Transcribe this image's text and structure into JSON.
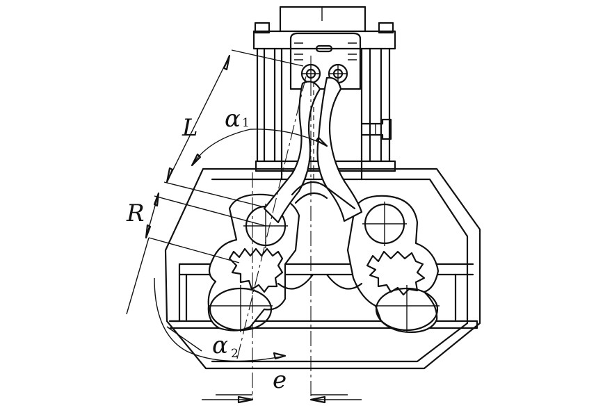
{
  "labels": {
    "L": "L",
    "R": "R",
    "alpha1": "α",
    "alpha1_sub": "1",
    "alpha2": "α",
    "alpha2_sub": "2",
    "e": "e"
  }
}
